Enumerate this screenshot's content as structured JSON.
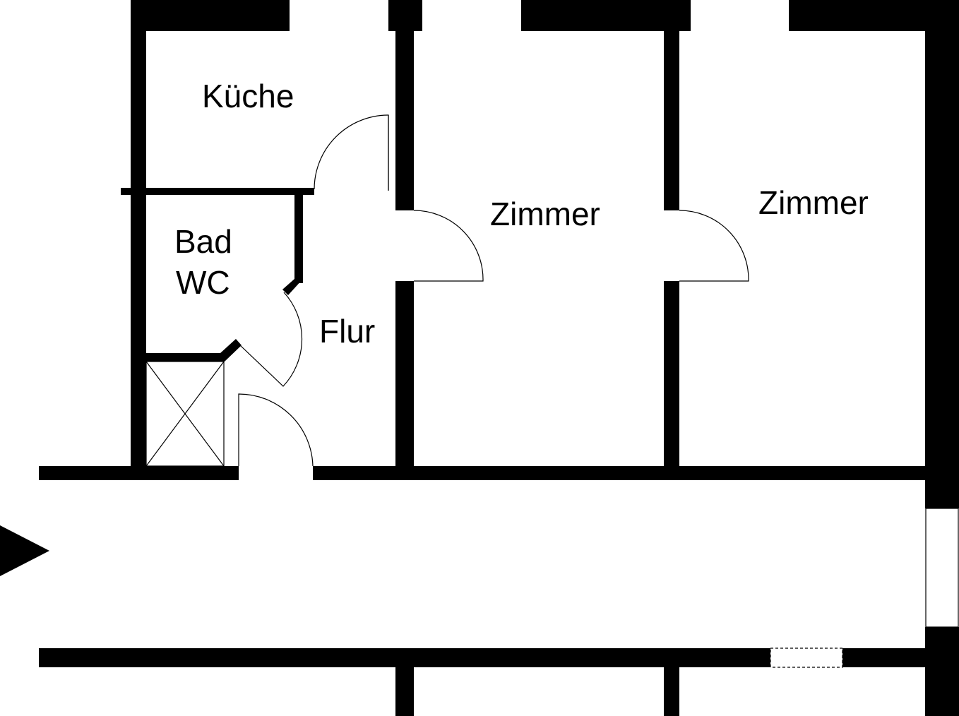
{
  "rooms": {
    "kueche": "Küche",
    "bad": "Bad",
    "wc": "WC",
    "flur": "Flur",
    "zimmer_1": "Zimmer",
    "zimmer_2": "Zimmer"
  },
  "colors": {
    "wall": "#000000",
    "background": "#ffffff"
  },
  "icons": {
    "entrance": "entrance-arrow-icon",
    "shaft": "shaft-cross-icon"
  }
}
